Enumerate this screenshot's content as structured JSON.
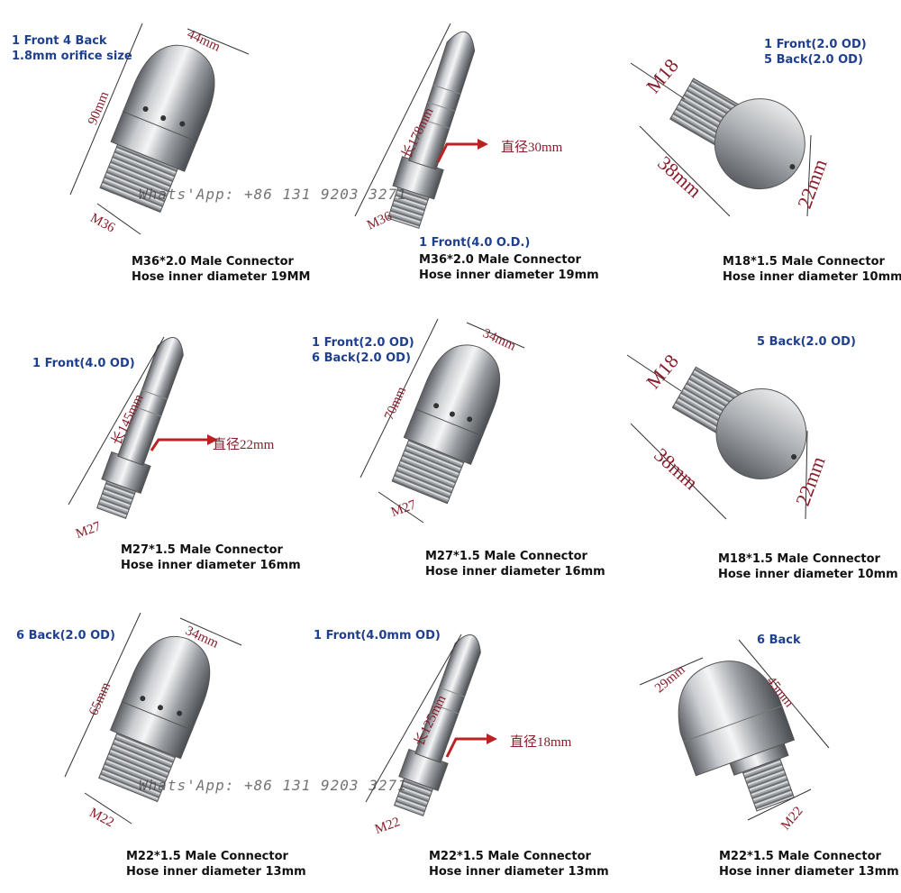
{
  "watermark": "Whats'App: +86 131 9203 3271",
  "products": [
    {
      "note_lines": [
        "1 Front 4 Back",
        "1.8mm orifice size"
      ],
      "dims": [
        "90mm",
        "44mm",
        "M36"
      ],
      "caption": [
        "M36*2.0 Male Connector",
        "Hose inner diameter 19MM"
      ]
    },
    {
      "note_lines": [
        "1 Front(4.0 O.D.)"
      ],
      "dims": [
        "长178mm",
        "直径30mm",
        "M36"
      ],
      "caption": [
        "M36*2.0 Male Connector",
        "Hose inner diameter 19mm"
      ]
    },
    {
      "note_lines": [
        "1 Front(2.0 OD)",
        "5 Back(2.0 OD)"
      ],
      "dims": [
        "M18",
        "38mm",
        "22mm"
      ],
      "caption": [
        "M18*1.5 Male Connector",
        "Hose inner diameter 10mm"
      ]
    },
    {
      "note_lines": [
        "1 Front(4.0 OD)"
      ],
      "dims": [
        "长145mm",
        "直径22mm",
        "M27"
      ],
      "caption": [
        "M27*1.5 Male Connector",
        "Hose inner diameter 16mm"
      ]
    },
    {
      "note_lines": [
        "1 Front(2.0 OD)",
        "6 Back(2.0 OD)"
      ],
      "dims": [
        "70mm",
        "34mm",
        "M27"
      ],
      "caption": [
        "M27*1.5 Male Connector",
        "Hose inner diameter 16mm"
      ]
    },
    {
      "note_lines": [
        "5 Back(2.0 OD)"
      ],
      "dims": [
        "M18",
        "38mm",
        "22mm"
      ],
      "caption": [
        "M18*1.5 Male Connector",
        "Hose inner diameter 10mm"
      ]
    },
    {
      "note_lines": [
        "6 Back(2.0 OD)"
      ],
      "dims": [
        "65mm",
        "34mm",
        "M22"
      ],
      "caption": [
        "M22*1.5 Male Connector",
        "Hose inner diameter 13mm"
      ]
    },
    {
      "note_lines": [
        "1 Front(4.0mm OD)"
      ],
      "dims": [
        "长125mm",
        "直径18mm",
        "M22"
      ],
      "caption": [
        "M22*1.5 Male Connector",
        "Hose inner diameter 13mm"
      ]
    },
    {
      "note_lines": [
        "6 Back"
      ],
      "dims": [
        "29mm",
        "45mm",
        "M22"
      ],
      "caption": [
        "M22*1.5 Male Connector",
        "Hose inner diameter 13mm"
      ]
    }
  ]
}
